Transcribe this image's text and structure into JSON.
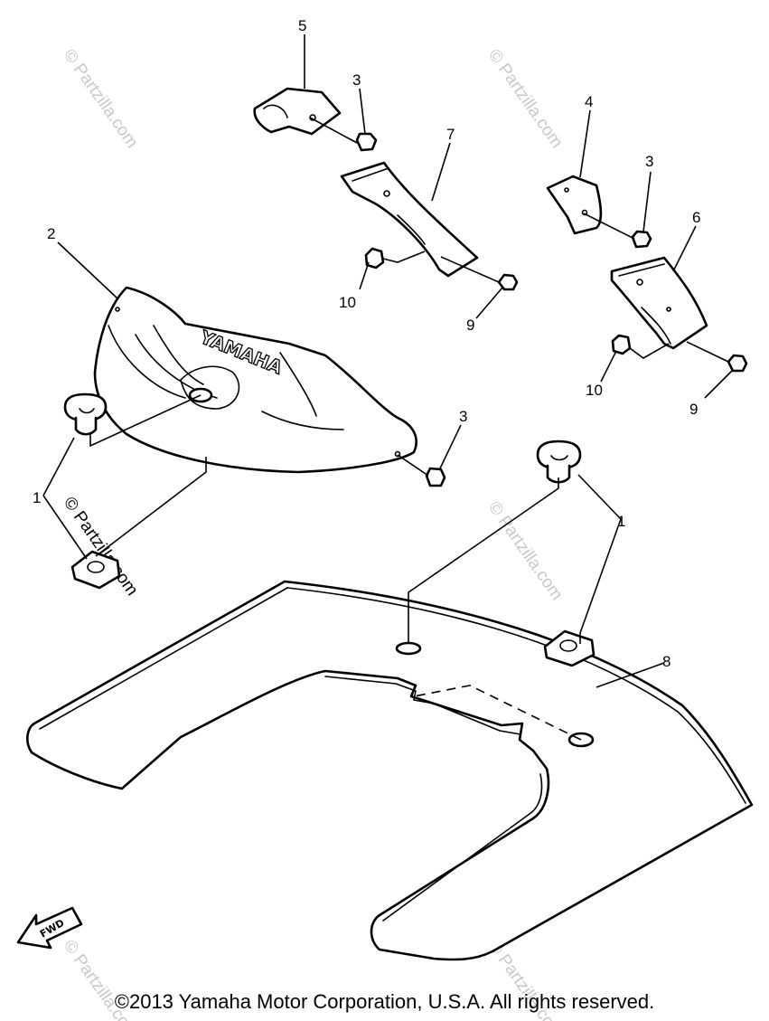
{
  "callouts": {
    "c1a": "1",
    "c1b": "1",
    "c2": "2",
    "c3a": "3",
    "c3b": "3",
    "c3c": "3",
    "c4": "4",
    "c5": "5",
    "c6": "6",
    "c7": "7",
    "c8": "8",
    "c9a": "9",
    "c9b": "9",
    "c10a": "10",
    "c10b": "10"
  },
  "cover_logo": "YAMAHA",
  "fwd_label": "FWD",
  "watermark": "© Partzilla.com",
  "copyright": "©2013  Yamaha Motor Corporation, U.S.A. All rights reserved."
}
